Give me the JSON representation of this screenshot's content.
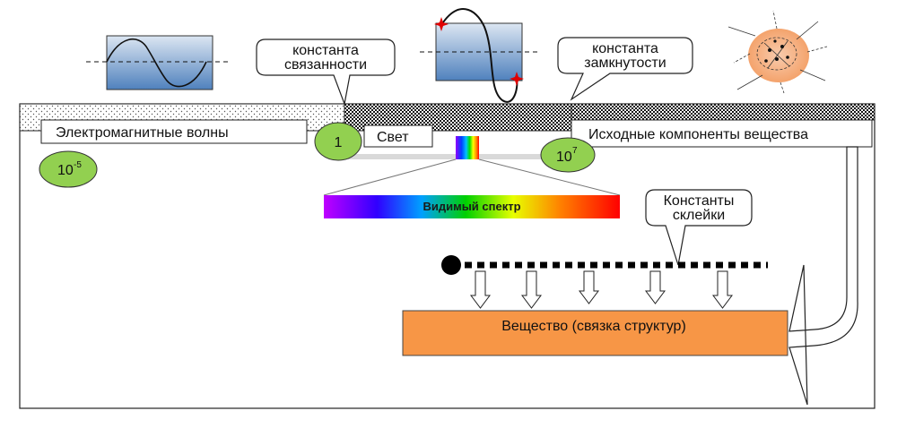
{
  "labels": {
    "em_waves": "Электромагнитные волны",
    "light": "Свет",
    "source_components": "Исходные компоненты вещества",
    "visible_spectrum": "Видимый спектр",
    "substance": "Вещество (связка структур)"
  },
  "callouts": {
    "coupling_line1": "константа",
    "coupling_line2": "связанности",
    "closure_line1": "константа",
    "closure_line2": "замкнутости",
    "glue_line1": "Константы",
    "glue_line2": "склейки"
  },
  "markers": {
    "one": "1",
    "low_base": "10",
    "low_exp": "-5",
    "high_base": "10",
    "high_exp": "7"
  },
  "colors": {
    "marker_fill": "#92d050",
    "substance_fill": "#f79646",
    "wave_box_top": "#dce6f2",
    "wave_box_bottom": "#4f81bd",
    "particle_fill": "#f4b183"
  },
  "icons": [
    "wave-icon",
    "distorted-wave-icon",
    "particle-cluster-icon"
  ]
}
